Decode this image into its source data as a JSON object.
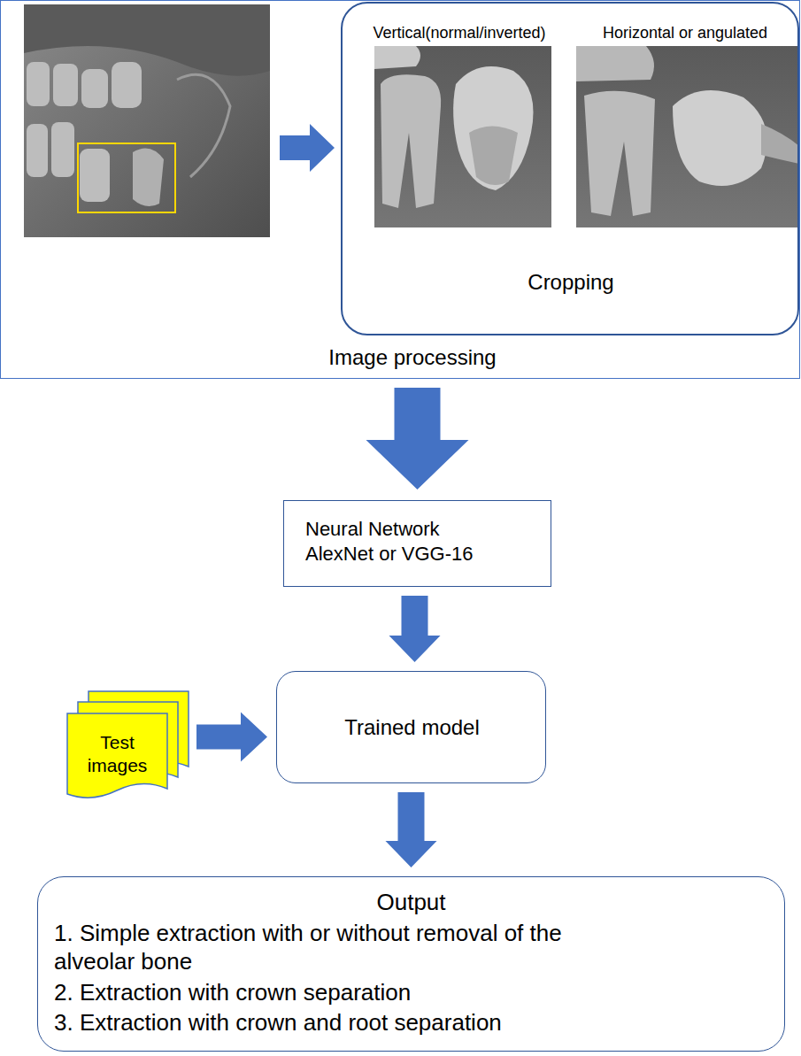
{
  "diagram": {
    "nodes": [
      {
        "text": [
          "Image processing"
        ]
      },
      {
        "text": [
          "Vertical(normal/inverted)",
          "Horizontal or angulated",
          "Cropping"
        ],
        "in": 0
      },
      {
        "text": [
          "Neural Network AlexNet or VGG-16"
        ]
      },
      {
        "text": [
          "Test images"
        ]
      },
      {
        "text": [
          "Trained model"
        ]
      },
      {
        "text": [
          "Output",
          "1. Simple extraction with or without removal of the alveolar bone",
          "2. Extraction with crown separation",
          "3. Extraction with crown and root separation"
        ]
      }
    ],
    "edges": [
      {
        "from": 0,
        "to": 2,
        "arrow": "to"
      },
      {
        "from": 2,
        "to": 4,
        "arrow": "to"
      },
      {
        "from": 3,
        "to": 4,
        "arrow": "to"
      },
      {
        "from": 4,
        "to": 5,
        "arrow": "to"
      }
    ]
  }
}
